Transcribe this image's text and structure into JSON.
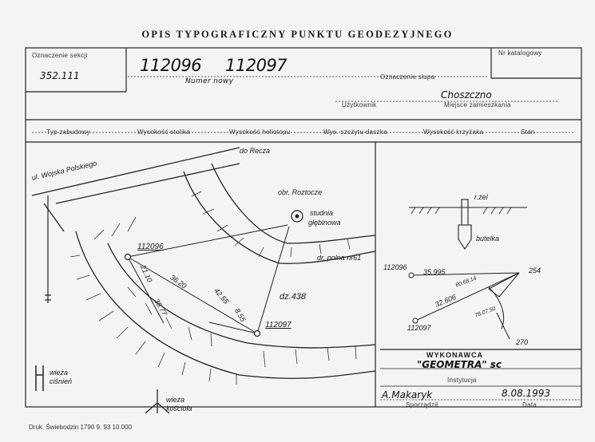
{
  "title": "OPIS TYPOGRAFICZNY PUNKTU GEODEZYJNEGO",
  "header": {
    "section_label": "Oznaczenie sekcji",
    "section_value": "352.111",
    "number_value_1": "112096",
    "number_value_2": "112097",
    "number_label": "Numer nowy",
    "post_label": "Oznaczenie słupa",
    "catalog_label": "Nr katalogowy",
    "locality_value": "Choszczno",
    "user_label": "Użytkownik",
    "locality_label": "Miejsce zamieszkania"
  },
  "columns": [
    "Typ zabudowy",
    "Wysokość stolika",
    "Wysokość heliotopu",
    "Wys. szczytu daszka",
    "Wysokość krzyżaka",
    "Stan"
  ],
  "map": {
    "road_top": "do Recza",
    "street": "ul. Wojska Polskiego",
    "estate": "obr. Roztocze",
    "well_1": "studnia",
    "well_2": "głębinowa",
    "field_road": "dr. polna nr61",
    "parcel": "dz.438",
    "point_1": "112096",
    "point_2": "112097",
    "dist_1": "36.20",
    "dist_2": "42.55",
    "dist_3": "8.55",
    "dist_4": "21.10",
    "dist_5": "38.77",
    "tower_1a": "wieża",
    "tower_1b": "ciśnień",
    "tower_2a": "wieża",
    "tower_2b": "kościoła"
  },
  "detail": {
    "marker": "r.żel",
    "bottle": "butelka",
    "point_1": "112096",
    "dist_a": "35.995",
    "angle_a": "80.68.14",
    "dist_b": "32.606",
    "angle_b": "78.07.50",
    "point_2": "112097",
    "label_254": "254",
    "label_270": "270"
  },
  "footer": {
    "contractor_label": "WYKONAWCA",
    "contractor_value": "\"GEOMETRA\" sc",
    "institution_label": "Instytucja",
    "author": "A.Makaryk",
    "date": "8.08.1993",
    "author_label": "Sporządził",
    "date_label": "Data",
    "printer": "Druk. Świebodzin 1790 9. 93 10.000"
  }
}
